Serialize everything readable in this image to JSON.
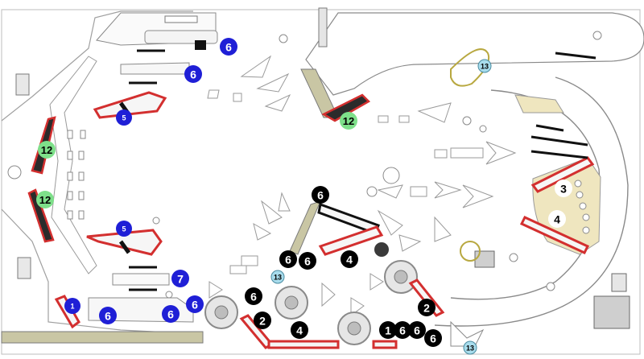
{
  "colors": {
    "background": "#ffffff",
    "outline": "#9a9a9a",
    "rubber_red": "#d32f2f",
    "badge_blue": "#1f1fd6",
    "badge_black": "#000000",
    "badge_green": "#7ee08a",
    "badge_teal": "#a8dcec",
    "playfield_yellow": "#efe6bf",
    "wood": "#c8b89a",
    "steel": "#d8d8d8"
  },
  "markers": [
    {
      "id": "m1",
      "label": "6",
      "style": "blue"
    },
    {
      "id": "m2",
      "label": "6",
      "style": "blue"
    },
    {
      "id": "m3",
      "label": "5",
      "style": "blue"
    },
    {
      "id": "m4",
      "label": "12",
      "style": "green"
    },
    {
      "id": "m5",
      "label": "12",
      "style": "green"
    },
    {
      "id": "m6",
      "label": "12",
      "style": "green"
    },
    {
      "id": "m7",
      "label": "5",
      "style": "blue"
    },
    {
      "id": "m8",
      "label": "7",
      "style": "blue"
    },
    {
      "id": "m9",
      "label": "1",
      "style": "blue"
    },
    {
      "id": "m10",
      "label": "6",
      "style": "blue"
    },
    {
      "id": "m11",
      "label": "6",
      "style": "blue"
    },
    {
      "id": "m12",
      "label": "6",
      "style": "blue"
    },
    {
      "id": "m13",
      "label": "6",
      "style": "black"
    },
    {
      "id": "m14",
      "label": "6",
      "style": "black"
    },
    {
      "id": "m15",
      "label": "6",
      "style": "black"
    },
    {
      "id": "m16",
      "label": "4",
      "style": "black"
    },
    {
      "id": "m17",
      "label": "6",
      "style": "black"
    },
    {
      "id": "m18",
      "label": "2",
      "style": "black"
    },
    {
      "id": "m19",
      "label": "4",
      "style": "black"
    },
    {
      "id": "m20",
      "label": "2",
      "style": "black"
    },
    {
      "id": "m21",
      "label": "1",
      "style": "black"
    },
    {
      "id": "m22",
      "label": "6",
      "style": "black"
    },
    {
      "id": "m23",
      "label": "6",
      "style": "black"
    },
    {
      "id": "m24",
      "label": "6",
      "style": "black"
    },
    {
      "id": "m25",
      "label": "3",
      "style": "white"
    },
    {
      "id": "m26",
      "label": "4",
      "style": "white"
    },
    {
      "id": "m27",
      "label": "13",
      "style": "teal"
    },
    {
      "id": "m28",
      "label": "13",
      "style": "teal"
    },
    {
      "id": "m29",
      "label": "13",
      "style": "teal"
    }
  ]
}
